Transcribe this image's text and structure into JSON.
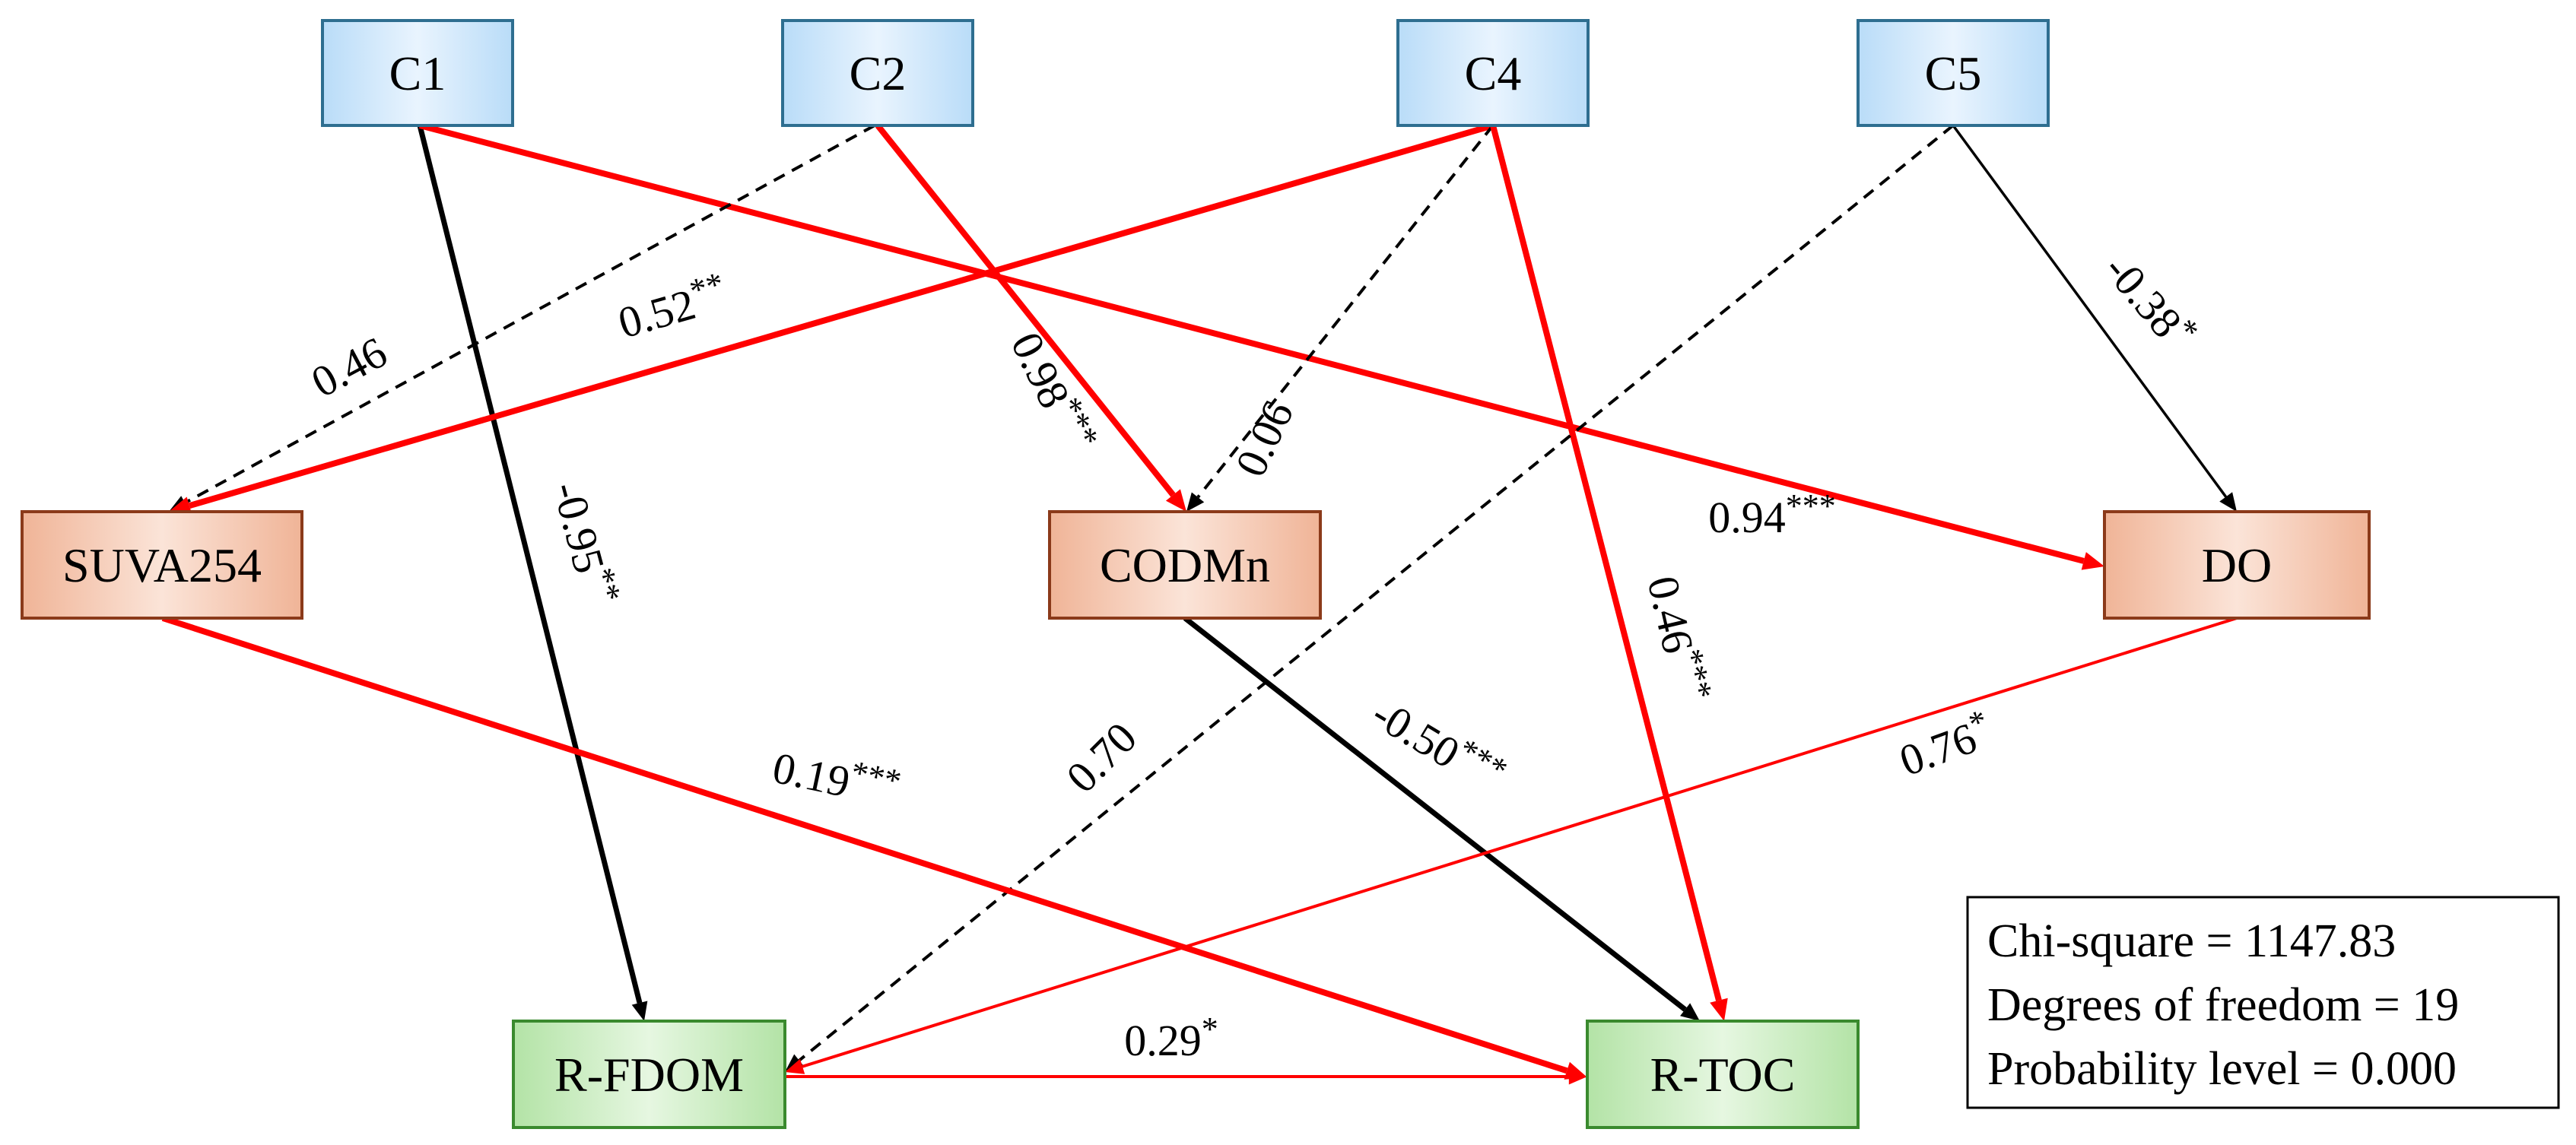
{
  "nodes": [
    {
      "id": "C1",
      "label": "C1",
      "type": "component"
    },
    {
      "id": "C2",
      "label": "C2",
      "type": "component"
    },
    {
      "id": "C4",
      "label": "C4",
      "type": "component"
    },
    {
      "id": "C5",
      "label": "C5",
      "type": "component"
    },
    {
      "id": "SUVA254",
      "label": "SUVA254",
      "type": "water-quality"
    },
    {
      "id": "CODMn",
      "label": "CODMn",
      "type": "water-quality"
    },
    {
      "id": "DO",
      "label": "DO",
      "type": "water-quality"
    },
    {
      "id": "R-FDOM",
      "label": "R-FDOM",
      "type": "removal"
    },
    {
      "id": "R-TOC",
      "label": "R-TOC",
      "type": "removal"
    }
  ],
  "edges": [
    {
      "from": "C1",
      "to": "R-FDOM",
      "coef": "-0.95",
      "sig": "**",
      "style": "black-thick"
    },
    {
      "from": "C1",
      "to": "DO",
      "coef": "0.94",
      "sig": "***",
      "style": "red-thick"
    },
    {
      "from": "C2",
      "to": "SUVA254",
      "coef": "0.46",
      "sig": "",
      "style": "dashed"
    },
    {
      "from": "C2",
      "to": "CODMn",
      "coef": "0.98",
      "sig": "***",
      "style": "red-thick"
    },
    {
      "from": "C4",
      "to": "SUVA254",
      "coef": "0.52",
      "sig": "**",
      "style": "red-thick"
    },
    {
      "from": "C4",
      "to": "CODMn",
      "coef": "0.06",
      "sig": "",
      "style": "dashed"
    },
    {
      "from": "C4",
      "to": "R-TOC",
      "coef": "0.46",
      "sig": "***",
      "style": "red-thick"
    },
    {
      "from": "C5",
      "to": "R-FDOM",
      "coef": "0.70",
      "sig": "",
      "style": "dashed"
    },
    {
      "from": "C5",
      "to": "DO",
      "coef": "-0.38",
      "sig": "*",
      "style": "black-thin"
    },
    {
      "from": "SUVA254",
      "to": "R-TOC",
      "coef": "0.19",
      "sig": "***",
      "style": "red-thick"
    },
    {
      "from": "CODMn",
      "to": "R-TOC",
      "coef": "-0.50",
      "sig": "***",
      "style": "black-thick"
    },
    {
      "from": "DO",
      "to": "R-FDOM",
      "coef": "0.76",
      "sig": "*",
      "style": "red-thin"
    },
    {
      "from": "R-FDOM",
      "to": "R-TOC",
      "coef": "0.29",
      "sig": "*",
      "style": "red-thin"
    }
  ],
  "stats": {
    "line1": "Chi-square = 1147.83",
    "line2": "Degrees of freedom = 19",
    "line3": "Probability  level = 0.000"
  },
  "colors": {
    "red": "#ff0000",
    "black": "#000000",
    "component_fill": "#cfe6fb",
    "component_border": "#2e6e90",
    "quality_fill": "#f6c8b0",
    "quality_border": "#8b3a1a",
    "removal_fill": "#c9ecc0",
    "removal_border": "#3a8a2e"
  }
}
